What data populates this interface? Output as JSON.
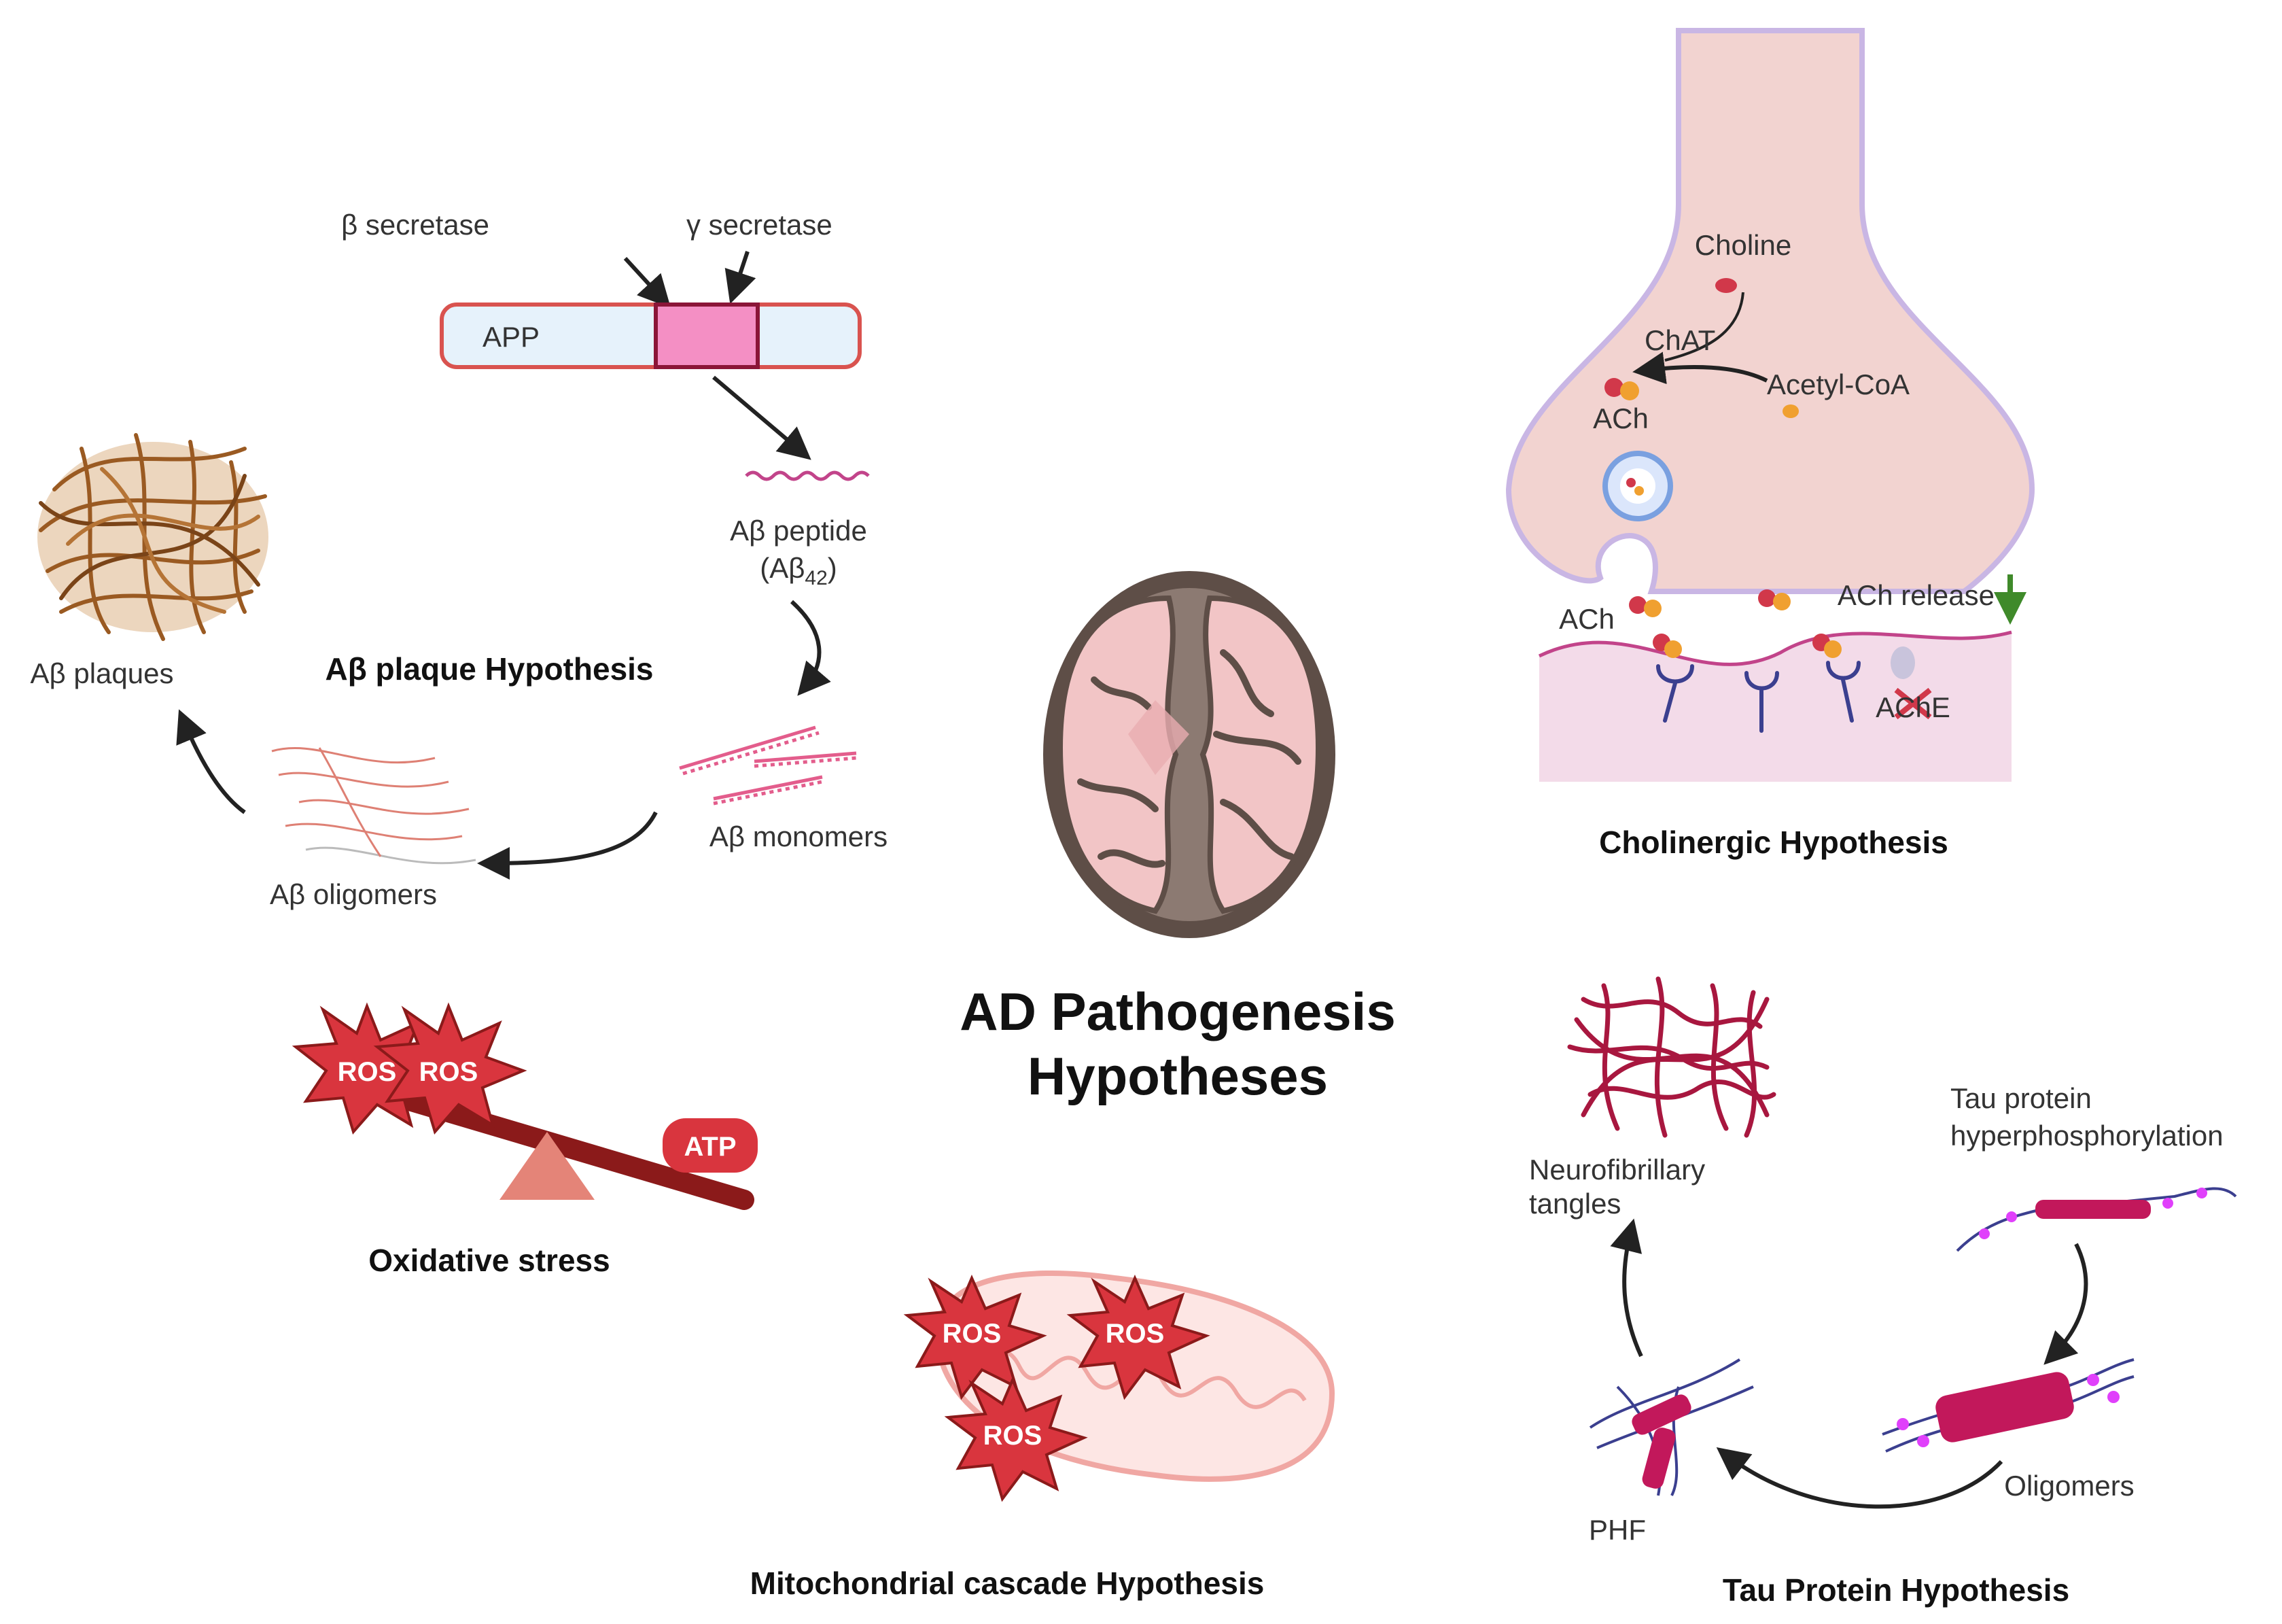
{
  "title": {
    "line1": "AD Pathogenesis",
    "line2": "Hypotheses"
  },
  "amyloid": {
    "beta_secretase": "β secretase",
    "gamma_secretase": "γ secretase",
    "app": "APP",
    "peptide_line1": "Aβ peptide",
    "peptide_line2": "(Aβ",
    "peptide_sub": "42",
    "peptide_close": ")",
    "monomers": "Aβ monomers",
    "oligomers": "Aβ oligomers",
    "plaques": "Aβ plaques",
    "hypothesis": "Aβ plaque Hypothesis"
  },
  "cholinergic": {
    "choline": "Choline",
    "chat": "ChAT",
    "acetyl_coa": "Acetyl-CoA",
    "ach": "ACh",
    "ach_synapse": "ACh",
    "ach_release": "ACh release",
    "ache": "AChE",
    "hypothesis": "Cholinergic Hypothesis"
  },
  "oxidative": {
    "ros_1": "ROS",
    "ros_2": "ROS",
    "atp": "ATP",
    "hypothesis": "Oxidative stress"
  },
  "mitochondrial": {
    "ros_1": "ROS",
    "ros_2": "ROS",
    "ros_3": "ROS",
    "hypothesis": "Mitochondrial cascade Hypothesis"
  },
  "tau": {
    "hyper_line1": "Tau protein",
    "hyper_line2": "hyperphosphorylation",
    "oligomers": "Oligomers",
    "phf": "PHF",
    "nft_line1": "Neurofibrillary",
    "nft_line2": "tangles",
    "hypothesis": "Tau Protein Hypothesis"
  },
  "colors": {
    "app_fill": "#e6f2fb",
    "app_border": "#d9534f",
    "cleavage_fill": "#f48fc4",
    "neuron_fill": "#f2d3d0",
    "neuron_border": "#c9b6e4",
    "postsynaptic_fill": "#f3dbe9",
    "ros_red": "#d9353e",
    "plaque_brown": "#9a5a22",
    "tau_crimson": "#c2185b",
    "brain_dark": "#5e4e47",
    "brain_pink": "#f2c5c6"
  }
}
